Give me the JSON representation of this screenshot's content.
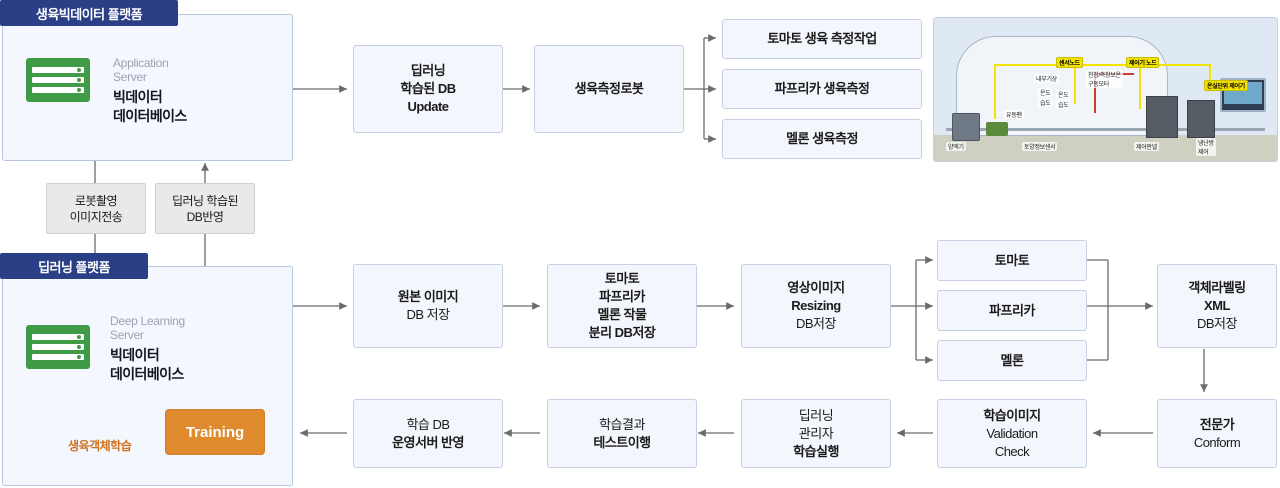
{
  "platforms": {
    "growth": {
      "title": "생육빅데이터 플랫폼",
      "server_role": "Application\nServer",
      "server_role_line1": "Application",
      "server_role_line2": "Server",
      "server_name_line1": "빅데이터",
      "server_name_line2": "데이터베이스"
    },
    "deep": {
      "title": "딥러닝 플랫폼",
      "server_role_line1": "Deep Learning",
      "server_role_line2": "Server",
      "server_name_line1": "빅데이터",
      "server_name_line2": "데이터베이스",
      "training_label": "Training",
      "learn_label": "생육객체학습"
    }
  },
  "connectors": {
    "robot_image": {
      "line1": "로봇촬영",
      "line2": "이미지전송"
    },
    "deep_db": {
      "line1": "딥러닝 학습된",
      "line2": "DB반영"
    }
  },
  "top_flow": {
    "db_update": {
      "line1": "딥러닝",
      "line2": "학습된 DB",
      "line3": "Update"
    },
    "robot": {
      "line1": "생육측정로봇"
    },
    "measure": [
      "토마토 생육 측정작업",
      "파프리카 생육측정",
      "멜론 생육측정"
    ]
  },
  "mid_flow": {
    "original": {
      "line1": "원본 이미지",
      "line2": "DB 저장"
    },
    "split": {
      "line1": "토마토",
      "line2": "파프리카",
      "line3": "멜론 작물",
      "line4": "분리 DB저장"
    },
    "resize": {
      "line1": "영상이미지",
      "line2": "Resizing",
      "line3": "DB저장"
    },
    "crops": [
      "토마토",
      "파프리카",
      "멜론"
    ],
    "xml": {
      "line1": "객체라벨링",
      "line2": "XML",
      "line3": "DB저장"
    }
  },
  "bottom_flow": {
    "expert": {
      "line1": "전문가",
      "line2": "Conform"
    },
    "validation": {
      "line1": "학습이미지",
      "line2": "Validation",
      "line3": "Check"
    },
    "train_exec": {
      "line1": "딥러닝",
      "line2": "관리자",
      "line3": "학습실행"
    },
    "test": {
      "line1": "학습결과",
      "line2": "테스트이행"
    },
    "apply": {
      "line1": "학습 DB",
      "line2": "운영서버 반영"
    }
  },
  "greenhouse_photo": {
    "labels": [
      "센서노드",
      "제어기 노드",
      "온실단위 제어기",
      "내부기상",
      "천창/측창보온\n구동모터",
      "온도",
      "습도",
      "온도",
      "습도",
      "유동팬",
      "양액기",
      "토양정보센서",
      "제어판넬",
      "냉난방\n제어"
    ]
  },
  "colors": {
    "title_bar": "#2b3f87",
    "panel_bg": "#f4f7fd",
    "box_bg": "#f3f6fc",
    "box_border": "#c7cfe2",
    "gray_box": "#e9e9e9",
    "training": "#e08a2e",
    "server_green": "#3f9b46",
    "arrow": "#6b6b6b"
  }
}
